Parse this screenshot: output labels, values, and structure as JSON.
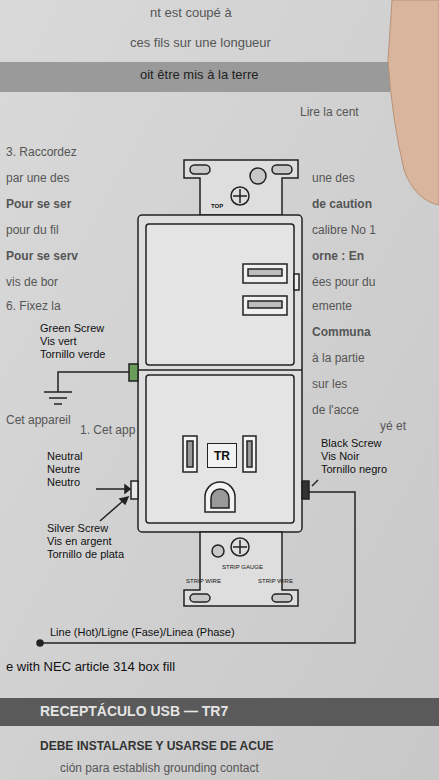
{
  "diagram": {
    "nodes": [
      {
        "text": [
          "TR"
        ]
      }
    ],
    "labels": [
      "TOP",
      "Green Screw",
      "Vis vert",
      "Tornillo verde",
      "Neutral",
      "Neutre",
      "Neutro",
      "Silver Screw",
      "Vis en argent",
      "Tornillo de plata",
      "Black Screw",
      "Vis Noir",
      "Tornillo negro",
      "Line (Hot)/Ligne (Fase)/Linea (Phase)",
      "STRIP GAUGE",
      "STRIP WIRE",
      "STRIP WIRE",
      "nt est coupé à",
      "ces fils sur une longueur",
      "oit être mis à la terre",
      "Lire la cent",
      "3. Raccordez",
      "par une des",
      "Pour se ser",
      "pour du fil",
      "Pour se serv",
      "vis de bor",
      "6. Fixez la",
      "Cet appareil",
      "1. Cet app",
      "une des",
      "de caution",
      "calibre No 1",
      "orne : En",
      "ées pour du",
      "emente",
      "Communa",
      "à la partie",
      "sur les",
      "de l'acce",
      "yé et",
      "e with NEC article 314 box fill",
      "RECEPTÁCULO USB — TR7",
      "DEBE INSTALARSE Y USARSE DE ACUE",
      "ción para establish grounding contact"
    ]
  }
}
